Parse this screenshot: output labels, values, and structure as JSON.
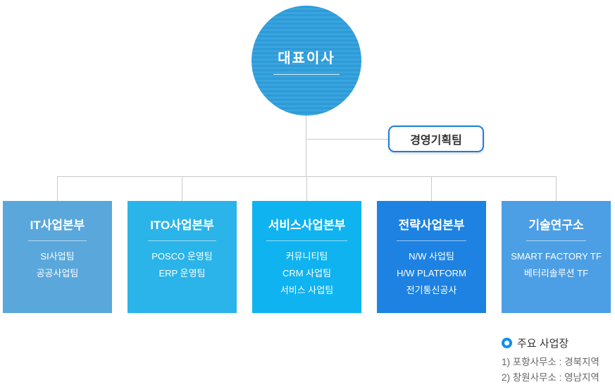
{
  "org": {
    "ceo_label": "대표이사",
    "staff_label": "경영기획팀",
    "divisions": [
      {
        "title": "IT사업본부",
        "color": "#5AA7DC",
        "teams": [
          "SI사업팀",
          "공공사업팀"
        ]
      },
      {
        "title": "ITO사업본부",
        "color": "#2AB4E9",
        "teams": [
          "POSCO 운영팀",
          "ERP 운영팀"
        ]
      },
      {
        "title": "서비스사업본부",
        "color": "#0FB3F0",
        "teams": [
          "커뮤니티팀",
          "CRM 사업팀",
          "서비스 사업팀"
        ]
      },
      {
        "title": "전략사업본부",
        "color": "#1D82E2",
        "teams": [
          "N/W 사업팀",
          "H/W PLATFORM",
          "전기통신공사"
        ]
      },
      {
        "title": "기술연구소",
        "color": "#4C9FE4",
        "teams": [
          "SMART FACTORY TF",
          "베터리솔루션 TF"
        ]
      }
    ]
  },
  "legend": {
    "bullet_icon_color": "#0E8FE9",
    "title": "주요 사업장",
    "items": [
      "1) 포항사무소 : 경북지역",
      "2) 창원사무소 : 영남지역"
    ]
  },
  "colors": {
    "connector": "#C9C9C9",
    "staff_border": "#1B7ED8",
    "ceo_circle": "#2E9CD9"
  }
}
